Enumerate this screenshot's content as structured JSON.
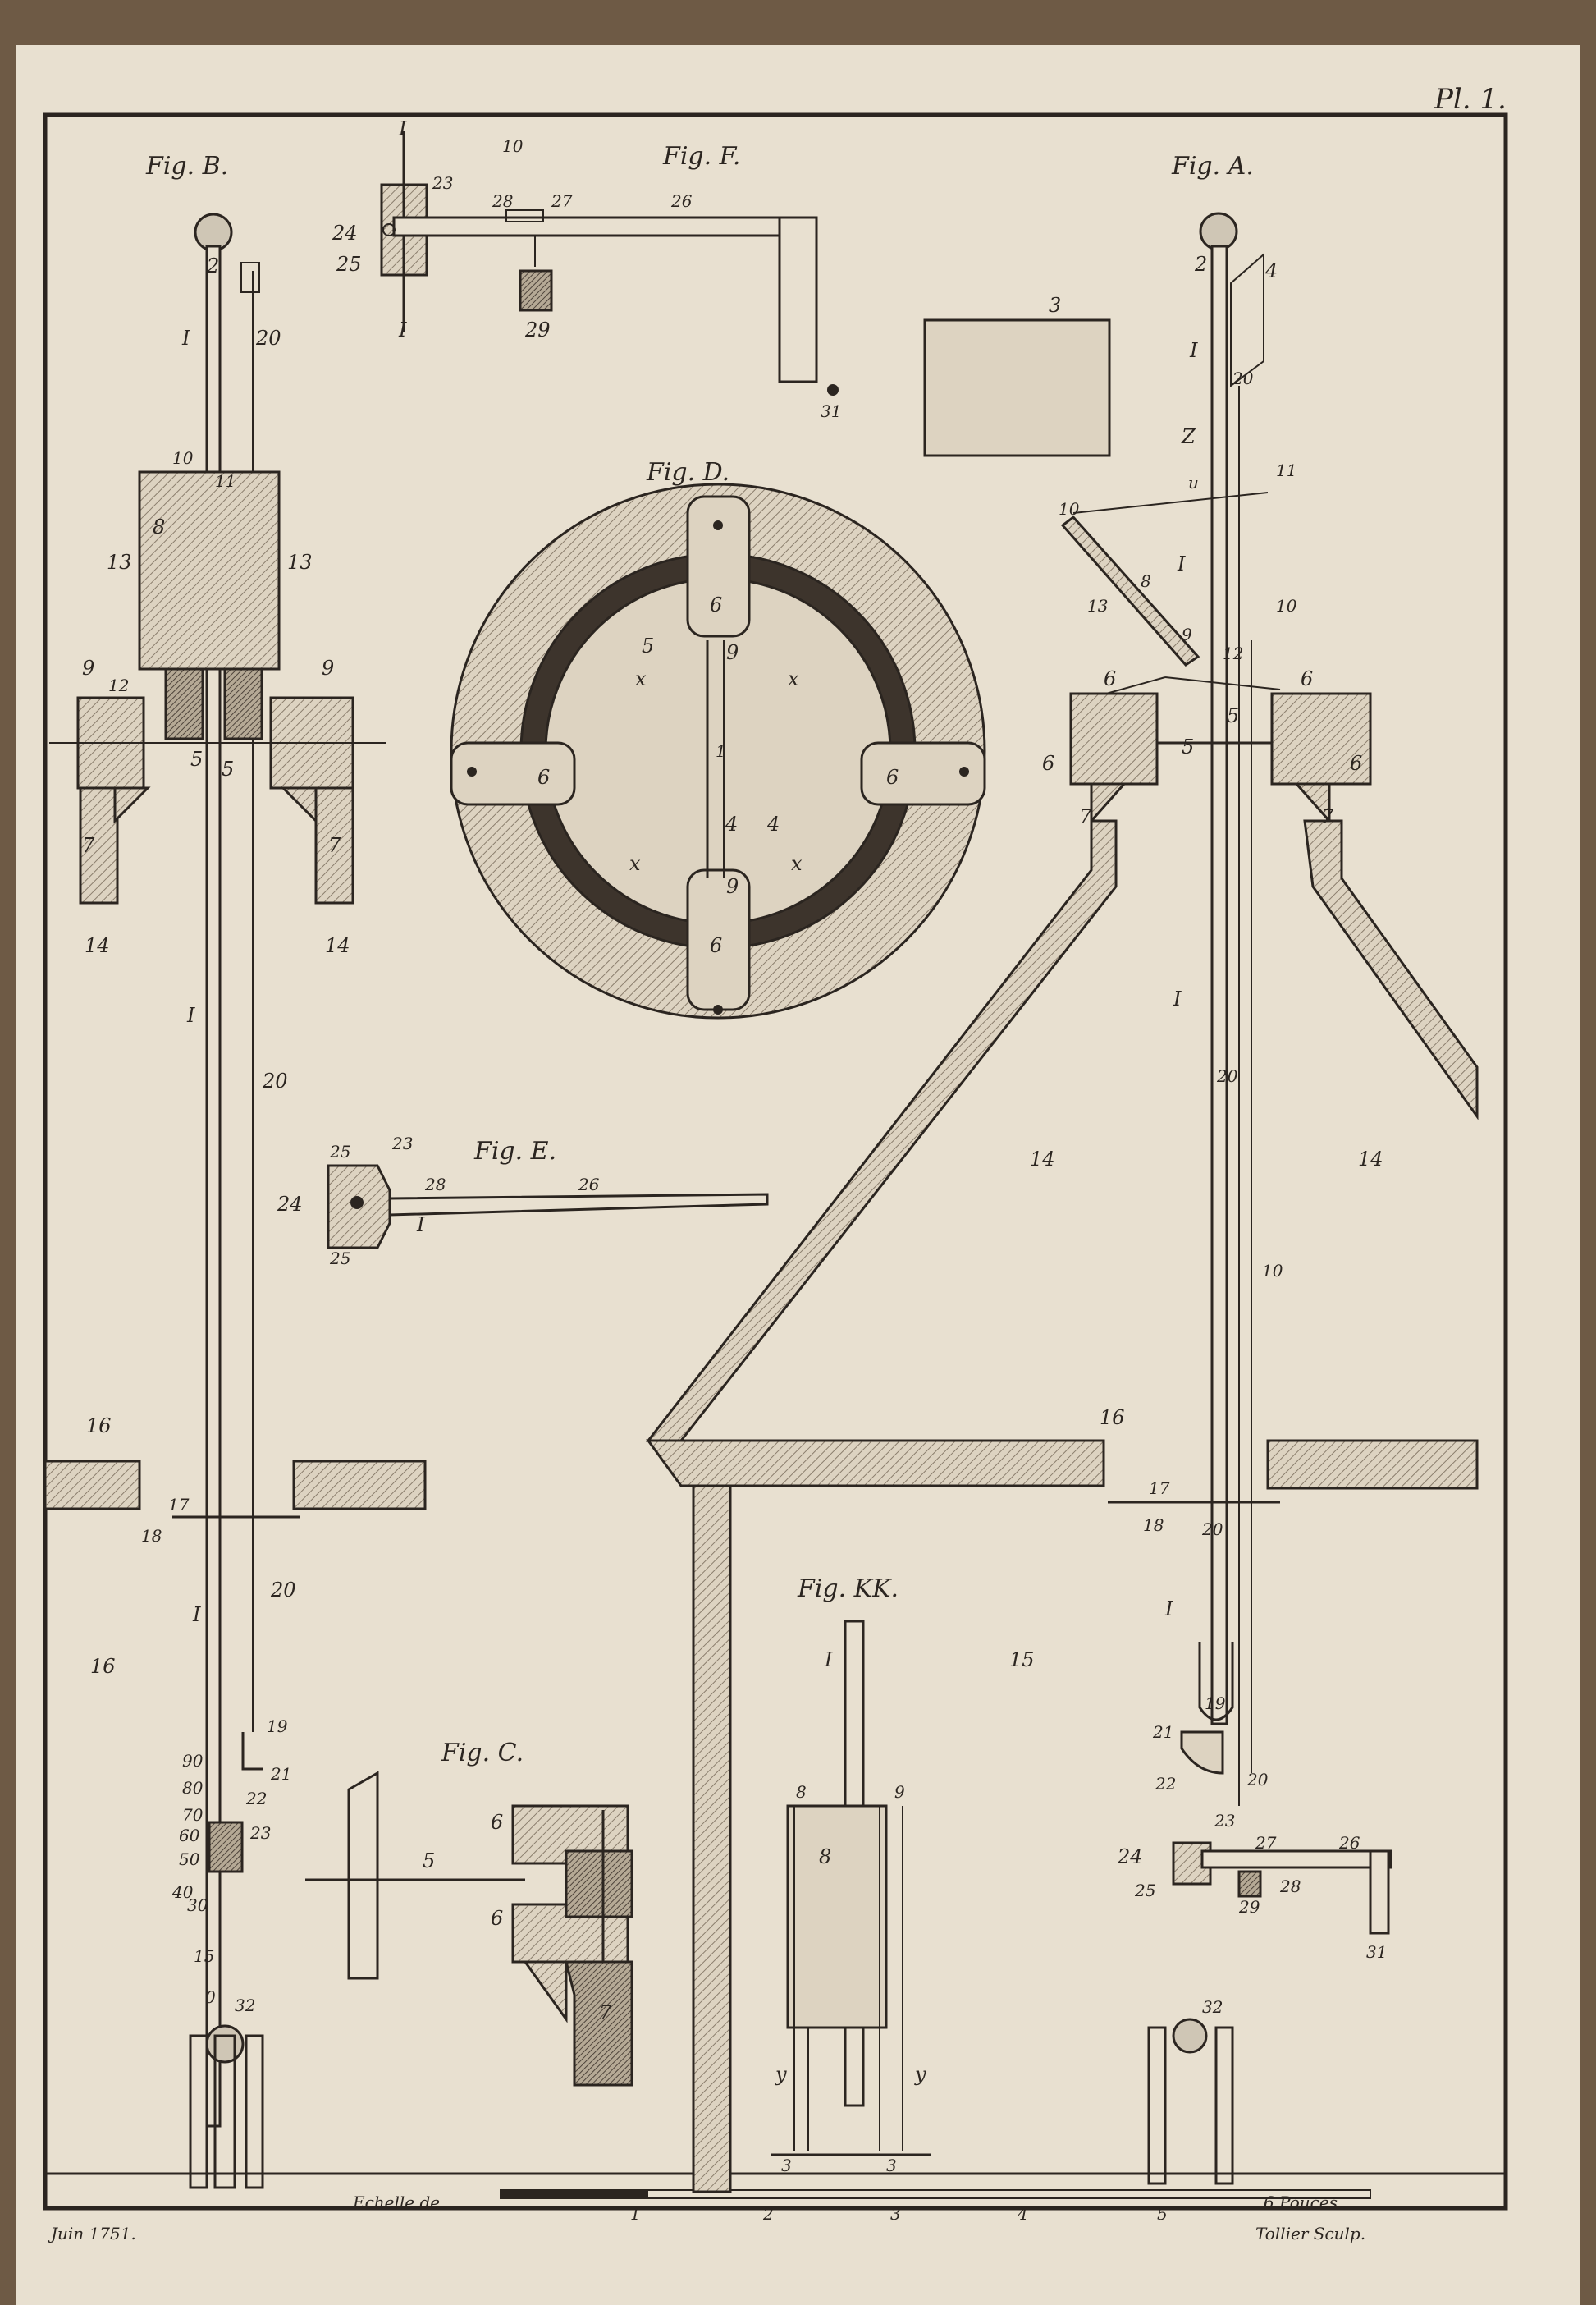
{
  "plate": {
    "number": "Pl. 1.",
    "date": "Juin 1751.",
    "engraver": "Tollier Sculp.",
    "scale": {
      "left_label": "Echelle de",
      "right_label": "6 Pouces",
      "ticks": [
        "1",
        "2",
        "3",
        "4",
        "5"
      ]
    }
  },
  "figures": {
    "fig_a": "Fig. A.",
    "fig_b": "Fig. B.",
    "fig_c": "Fig. C.",
    "fig_d": "Fig. D.",
    "fig_e": "Fig. E.",
    "fig_f": "Fig. F.",
    "fig_kk": "Fig. KK."
  },
  "labels": {
    "n1": "1",
    "n2": "2",
    "n3": "3",
    "n4": "4",
    "n5": "5",
    "n6": "6",
    "n7": "7",
    "n8": "8",
    "n9": "9",
    "n10": "10",
    "n11": "11",
    "n12": "12",
    "n13": "13",
    "n14": "14",
    "n15": "15",
    "n16": "16",
    "n17": "17",
    "n18": "18",
    "n19": "19",
    "n20": "20",
    "n21": "21",
    "n22": "22",
    "n23": "23",
    "n24": "24",
    "n25": "25",
    "n26": "26",
    "n27": "27",
    "n28": "28",
    "n29": "29",
    "n31": "31",
    "n32": "32",
    "rI": "I",
    "x": "x",
    "y": "y",
    "z": "Z",
    "u": "u"
  },
  "fig_b_scale": [
    "90",
    "80",
    "70",
    "60",
    "50",
    "40",
    "30",
    "15",
    "0"
  ]
}
